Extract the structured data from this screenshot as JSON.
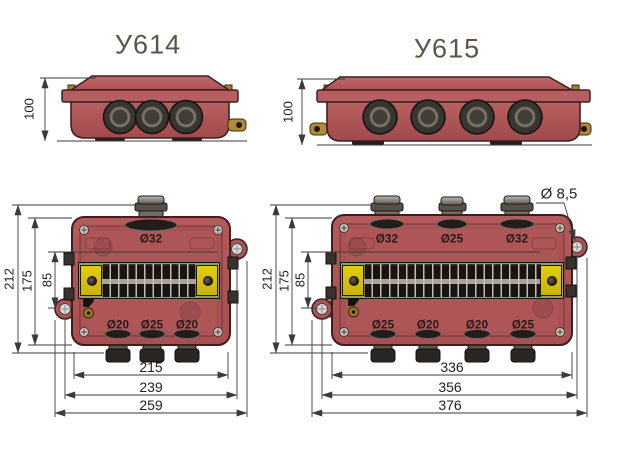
{
  "products": [
    {
      "title": "У614",
      "side": {
        "height": "100"
      },
      "plan": {
        "heights": [
          "212",
          "175",
          "85"
        ],
        "top_ports": [
          "Ø32"
        ],
        "bottom_ports": [
          "Ø20",
          "Ø25",
          "Ø20"
        ],
        "widths": [
          "215",
          "239",
          "259"
        ]
      }
    },
    {
      "title": "У615",
      "side": {
        "height": "100"
      },
      "plan": {
        "heights": [
          "212",
          "175",
          "85"
        ],
        "top_ports": [
          "Ø32",
          "Ø25",
          "Ø32"
        ],
        "bottom_ports": [
          "Ø25",
          "Ø20",
          "Ø20",
          "Ø25"
        ],
        "widths": [
          "336",
          "356",
          "376"
        ],
        "mount_hole": "Ø 8,5"
      }
    }
  ],
  "colors": {
    "box_red": "#b05658",
    "box_outline": "#3b2020",
    "interior_red": "#a85254",
    "lid_red": "#b96264",
    "terminal_yellow": "#d8c20e",
    "metal_dark": "#2e2a26",
    "metal_gray": "#8e8b85",
    "brass": "#ab8a3c",
    "dimension_line": "#3a3a3a",
    "dimension_text": "#1f1f1f",
    "title_text": "#5c5449"
  }
}
